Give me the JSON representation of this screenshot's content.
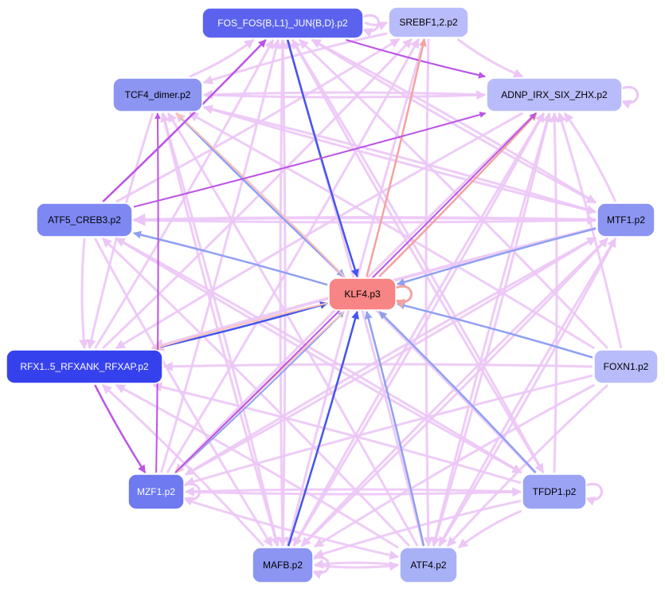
{
  "diagram": {
    "type": "directed-network",
    "colors": {
      "edge_faint": "#ecc6f6",
      "edge_violet": "#bb55e6",
      "edge_blue": "#4455ee",
      "edge_lightblue": "#8fa0f2",
      "edge_salmon": "#f3a3a0",
      "edge_peach": "#f9c5b8",
      "center_node": "#f78585"
    },
    "nodes": [
      {
        "id": "fos",
        "label": "FOS_FOS{B,L1}_JUN{B,D}.p2",
        "fill": "#5b63ee",
        "text_color": "#ffffff"
      },
      {
        "id": "srebf",
        "label": "SREBF1,2.p2",
        "fill": "#b9bcfa",
        "text_color": "#000000"
      },
      {
        "id": "tcf4",
        "label": "TCF4_dimer.p2",
        "fill": "#8c95f2",
        "text_color": "#000000"
      },
      {
        "id": "adnp",
        "label": "ADNP_IRX_SIX_ZHX.p2",
        "fill": "#b9bcfa",
        "text_color": "#000000"
      },
      {
        "id": "atf5",
        "label": "ATF5_CREB3.p2",
        "fill": "#7e88f3",
        "text_color": "#000000"
      },
      {
        "id": "mtf1",
        "label": "MTF1.p2",
        "fill": "#8c95f2",
        "text_color": "#000000"
      },
      {
        "id": "klf4",
        "label": "KLF4.p3",
        "fill": "#f78585",
        "text_color": "#000000"
      },
      {
        "id": "rfx",
        "label": "RFX1..5_RFXANK_RFXAP.p2",
        "fill": "#3641ee",
        "text_color": "#ffffff"
      },
      {
        "id": "foxn1",
        "label": "FOXN1.p2",
        "fill": "#b9bcfa",
        "text_color": "#000000"
      },
      {
        "id": "mzf1",
        "label": "MZF1.p2",
        "fill": "#6f7af0",
        "text_color": "#ffffff"
      },
      {
        "id": "tfdp1",
        "label": "TFDP1.p2",
        "fill": "#9aa3f4",
        "text_color": "#000000"
      },
      {
        "id": "mafb",
        "label": "MAFB.p2",
        "fill": "#8c95f2",
        "text_color": "#000000"
      },
      {
        "id": "atf4",
        "label": "ATF4.p2",
        "fill": "#a8b0f6",
        "text_color": "#000000"
      }
    ],
    "edges": [
      {
        "from": "fos",
        "to": "adnp",
        "color": "edge_violet",
        "width": 2.2
      },
      {
        "from": "fos",
        "to": "klf4",
        "color": "edge_blue",
        "width": 2.5
      },
      {
        "from": "klf4",
        "to": "srebf",
        "color": "edge_salmon",
        "width": 2.5
      },
      {
        "from": "klf4",
        "to": "adnp",
        "color": "edge_salmon",
        "width": 2.5
      },
      {
        "from": "tcf4",
        "to": "klf4",
        "color": "edge_lightblue",
        "width": 2.5
      },
      {
        "from": "klf4",
        "to": "tcf4",
        "color": "edge_peach",
        "width": 2
      },
      {
        "from": "atf5",
        "to": "fos",
        "color": "edge_violet",
        "width": 2.5
      },
      {
        "from": "atf5",
        "to": "adnp",
        "color": "edge_violet",
        "width": 2
      },
      {
        "from": "klf4",
        "to": "atf5",
        "color": "edge_lightblue",
        "width": 2.5
      },
      {
        "from": "mtf1",
        "to": "klf4",
        "color": "edge_lightblue",
        "width": 2.5
      },
      {
        "from": "mtf1",
        "to": "atf5",
        "color": "edge_faint",
        "width": 4
      },
      {
        "from": "mtf1",
        "to": "rfx",
        "color": "edge_faint",
        "width": 4
      },
      {
        "from": "rfx",
        "to": "klf4",
        "color": "edge_blue",
        "width": 2.5
      },
      {
        "from": "klf4",
        "to": "rfx",
        "color": "edge_peach",
        "width": 2
      },
      {
        "from": "rfx",
        "to": "mzf1",
        "color": "edge_violet",
        "width": 2.5
      },
      {
        "from": "foxn1",
        "to": "klf4",
        "color": "edge_lightblue",
        "width": 2.5
      },
      {
        "from": "mzf1",
        "to": "klf4",
        "color": "edge_lightblue",
        "width": 2
      },
      {
        "from": "klf4",
        "to": "mzf1",
        "color": "edge_peach",
        "width": 2
      },
      {
        "from": "mzf1",
        "to": "adnp",
        "color": "edge_violet",
        "width": 2
      },
      {
        "from": "tfdp1",
        "to": "klf4",
        "color": "edge_lightblue",
        "width": 2.5
      },
      {
        "from": "mafb",
        "to": "klf4",
        "color": "edge_blue",
        "width": 2.5
      },
      {
        "from": "atf4",
        "to": "klf4",
        "color": "edge_lightblue",
        "width": 2.5
      },
      {
        "from": "mzf1",
        "to": "tcf4",
        "color": "edge_violet",
        "width": 2
      },
      {
        "from": "tcf4",
        "to": "adnp",
        "color": "edge_faint",
        "width": 3
      },
      {
        "from": "tcf4",
        "to": "fos",
        "color": "edge_faint",
        "width": 3
      },
      {
        "from": "atf5",
        "to": "mtf1",
        "color": "edge_faint",
        "width": 3
      },
      {
        "from": "atf5",
        "to": "rfx",
        "color": "edge_faint",
        "width": 3
      },
      {
        "from": "atf5",
        "to": "mafb",
        "color": "edge_faint",
        "width": 3
      },
      {
        "from": "atf5",
        "to": "tfdp1",
        "color": "edge_faint",
        "width": 3
      },
      {
        "from": "atf5",
        "to": "srebf",
        "color": "edge_faint",
        "width": 3
      },
      {
        "from": "rfx",
        "to": "fos",
        "color": "edge_faint",
        "width": 3
      },
      {
        "from": "rfx",
        "to": "srebf",
        "color": "edge_faint",
        "width": 3
      },
      {
        "from": "foxn1",
        "to": "rfx",
        "color": "edge_faint",
        "width": 3
      },
      {
        "from": "foxn1",
        "to": "mzf1",
        "color": "edge_faint",
        "width": 3
      },
      {
        "from": "foxn1",
        "to": "tcf4",
        "color": "edge_faint",
        "width": 3
      },
      {
        "from": "foxn1",
        "to": "mafb",
        "color": "edge_faint",
        "width": 3
      },
      {
        "from": "foxn1",
        "to": "atf4",
        "color": "edge_faint",
        "width": 3
      },
      {
        "from": "foxn1",
        "to": "adnp",
        "color": "edge_faint",
        "width": 3
      },
      {
        "from": "foxn1",
        "to": "fos",
        "color": "edge_faint",
        "width": 3
      },
      {
        "from": "mtf1",
        "to": "fos",
        "color": "edge_faint",
        "width": 3
      },
      {
        "from": "mtf1",
        "to": "adnp",
        "color": "edge_faint",
        "width": 3
      },
      {
        "from": "mtf1",
        "to": "mzf1",
        "color": "edge_faint",
        "width": 3
      },
      {
        "from": "mtf1",
        "to": "mafb",
        "color": "edge_faint",
        "width": 3
      },
      {
        "from": "mtf1",
        "to": "tcf4",
        "color": "edge_faint",
        "width": 3
      },
      {
        "from": "mtf1",
        "to": "atf4",
        "color": "edge_faint",
        "width": 3
      },
      {
        "from": "tfdp1",
        "to": "rfx",
        "color": "edge_faint",
        "width": 3
      },
      {
        "from": "tfdp1",
        "to": "mzf1",
        "color": "edge_faint",
        "width": 3
      },
      {
        "from": "tfdp1",
        "to": "mafb",
        "color": "edge_faint",
        "width": 3
      },
      {
        "from": "tfdp1",
        "to": "atf4",
        "color": "edge_faint",
        "width": 3
      },
      {
        "from": "tfdp1",
        "to": "adnp",
        "color": "edge_faint",
        "width": 3
      },
      {
        "from": "tfdp1",
        "to": "fos",
        "color": "edge_faint",
        "width": 3
      },
      {
        "from": "tfdp1",
        "to": "tcf4",
        "color": "edge_faint",
        "width": 3
      },
      {
        "from": "tfdp1",
        "to": "atf5",
        "color": "edge_faint",
        "width": 3
      },
      {
        "from": "mzf1",
        "to": "tfdp1",
        "color": "edge_faint",
        "width": 3
      },
      {
        "from": "mzf1",
        "to": "fos",
        "color": "edge_faint",
        "width": 3
      },
      {
        "from": "mzf1",
        "to": "srebf",
        "color": "edge_faint",
        "width": 3
      },
      {
        "from": "mzf1",
        "to": "atf4",
        "color": "edge_faint",
        "width": 3
      },
      {
        "from": "mzf1",
        "to": "mtf1",
        "color": "edge_faint",
        "width": 3
      },
      {
        "from": "mafb",
        "to": "atf4",
        "color": "edge_faint",
        "width": 3
      },
      {
        "from": "mafb",
        "to": "fos",
        "color": "edge_faint",
        "width": 3
      },
      {
        "from": "mafb",
        "to": "tcf4",
        "color": "edge_faint",
        "width": 3
      },
      {
        "from": "mafb",
        "to": "adnp",
        "color": "edge_faint",
        "width": 3
      },
      {
        "from": "mafb",
        "to": "mtf1",
        "color": "edge_faint",
        "width": 3
      },
      {
        "from": "mafb",
        "to": "rfx",
        "color": "edge_faint",
        "width": 3
      },
      {
        "from": "atf4",
        "to": "mafb",
        "color": "edge_faint",
        "width": 3
      },
      {
        "from": "atf4",
        "to": "fos",
        "color": "edge_faint",
        "width": 3
      },
      {
        "from": "atf4",
        "to": "tcf4",
        "color": "edge_faint",
        "width": 3
      },
      {
        "from": "atf4",
        "to": "adnp",
        "color": "edge_faint",
        "width": 3
      },
      {
        "from": "atf4",
        "to": "mtf1",
        "color": "edge_faint",
        "width": 3
      },
      {
        "from": "atf4",
        "to": "atf5",
        "color": "edge_faint",
        "width": 3
      },
      {
        "from": "atf4",
        "to": "rfx",
        "color": "edge_faint",
        "width": 3
      },
      {
        "from": "srebf",
        "to": "mafb",
        "color": "edge_faint",
        "width": 3
      },
      {
        "from": "srebf",
        "to": "tcf4",
        "color": "edge_faint",
        "width": 3
      },
      {
        "from": "srebf",
        "to": "atf4",
        "color": "edge_faint",
        "width": 3
      },
      {
        "from": "srebf",
        "to": "adnp",
        "color": "edge_faint",
        "width": 3
      },
      {
        "from": "fos",
        "to": "tfdp1",
        "color": "edge_faint",
        "width": 3
      },
      {
        "from": "fos",
        "to": "mafb",
        "color": "edge_faint",
        "width": 3
      },
      {
        "from": "fos",
        "to": "mtf1",
        "color": "edge_faint",
        "width": 3
      },
      {
        "from": "fos",
        "to": "srebf",
        "color": "edge_faint",
        "width": 3
      },
      {
        "from": "adnp",
        "to": "mafb",
        "color": "edge_faint",
        "width": 3
      },
      {
        "from": "adnp",
        "to": "atf4",
        "color": "edge_faint",
        "width": 3
      },
      {
        "from": "adnp",
        "to": "mzf1",
        "color": "edge_faint",
        "width": 3
      },
      {
        "from": "adnp",
        "to": "rfx",
        "color": "edge_faint",
        "width": 3
      },
      {
        "from": "adnp",
        "to": "tcf4",
        "color": "edge_faint",
        "width": 3
      },
      {
        "from": "tcf4",
        "to": "mafb",
        "color": "edge_faint",
        "width": 3
      },
      {
        "from": "tcf4",
        "to": "mtf1",
        "color": "edge_faint",
        "width": 3
      },
      {
        "from": "tcf4",
        "to": "rfx",
        "color": "edge_faint",
        "width": 3
      }
    ],
    "self_loops": [
      "fos",
      "adnp",
      "klf4",
      "mzf1",
      "tfdp1",
      "mafb"
    ]
  }
}
